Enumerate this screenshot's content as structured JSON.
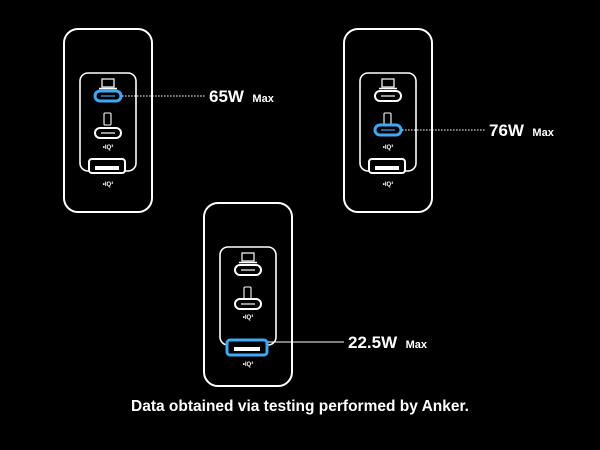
{
  "colors": {
    "background": "#000000",
    "outline": "#ffffff",
    "active_port": "#3fa9f5",
    "leader_line": "#ffffff"
  },
  "chargers": [
    {
      "id": "top-left",
      "active_port": "usb-c-1",
      "power_value": "65W",
      "power_unit": "Max"
    },
    {
      "id": "top-right",
      "active_port": "usb-c-2",
      "power_value": "76W",
      "power_unit": "Max"
    },
    {
      "id": "bottom-center",
      "active_port": "usb-a",
      "power_value": "22.5W",
      "power_unit": "Max"
    }
  ],
  "port_badge": "•IQ³",
  "icons": {
    "usb_c_1_symbol": "laptop-icon",
    "usb_c_2_symbol": "phone-icon"
  },
  "footer": {
    "text": "Data obtained via testing performed by Anker."
  }
}
